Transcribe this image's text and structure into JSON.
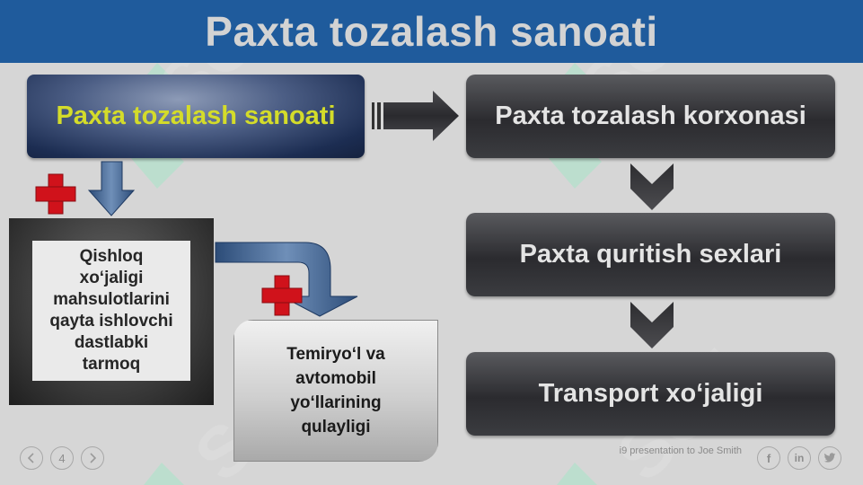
{
  "header": {
    "title": "Paxta tozalash sanoati"
  },
  "diagram": {
    "top_left": "Paxta tozalash sanoati",
    "right_boxes": [
      "Paxta tozalash korxonasi",
      "Paxta quritish sexlari",
      "Transport xo‘jaligi"
    ],
    "qishloq_lines": [
      "Qishloq",
      "xo‘jaligi",
      "mahsulotlarini",
      "qayta ishlovchi",
      "dastlabki",
      "tarmoq"
    ],
    "temir_lines": [
      "Temiryo‘l va",
      "avtomobil",
      "yo‘llarining",
      "qulayligi"
    ]
  },
  "footer": {
    "page_number": "4",
    "prev_icon": "chevron-left-icon",
    "next_icon": "chevron-right-icon",
    "presenter_text": "i9 presentation to Joe Smith",
    "social": [
      {
        "label": "f",
        "icon": "facebook-icon"
      },
      {
        "label": "in",
        "icon": "linkedin-icon"
      },
      {
        "label": "t",
        "icon": "twitter-icon"
      }
    ]
  },
  "colors": {
    "header_bg": "#1f5b9c",
    "accent_yellow": "#d4dc2a",
    "plus_red": "#d0121b",
    "watermark_green": "#9fe0c4"
  }
}
